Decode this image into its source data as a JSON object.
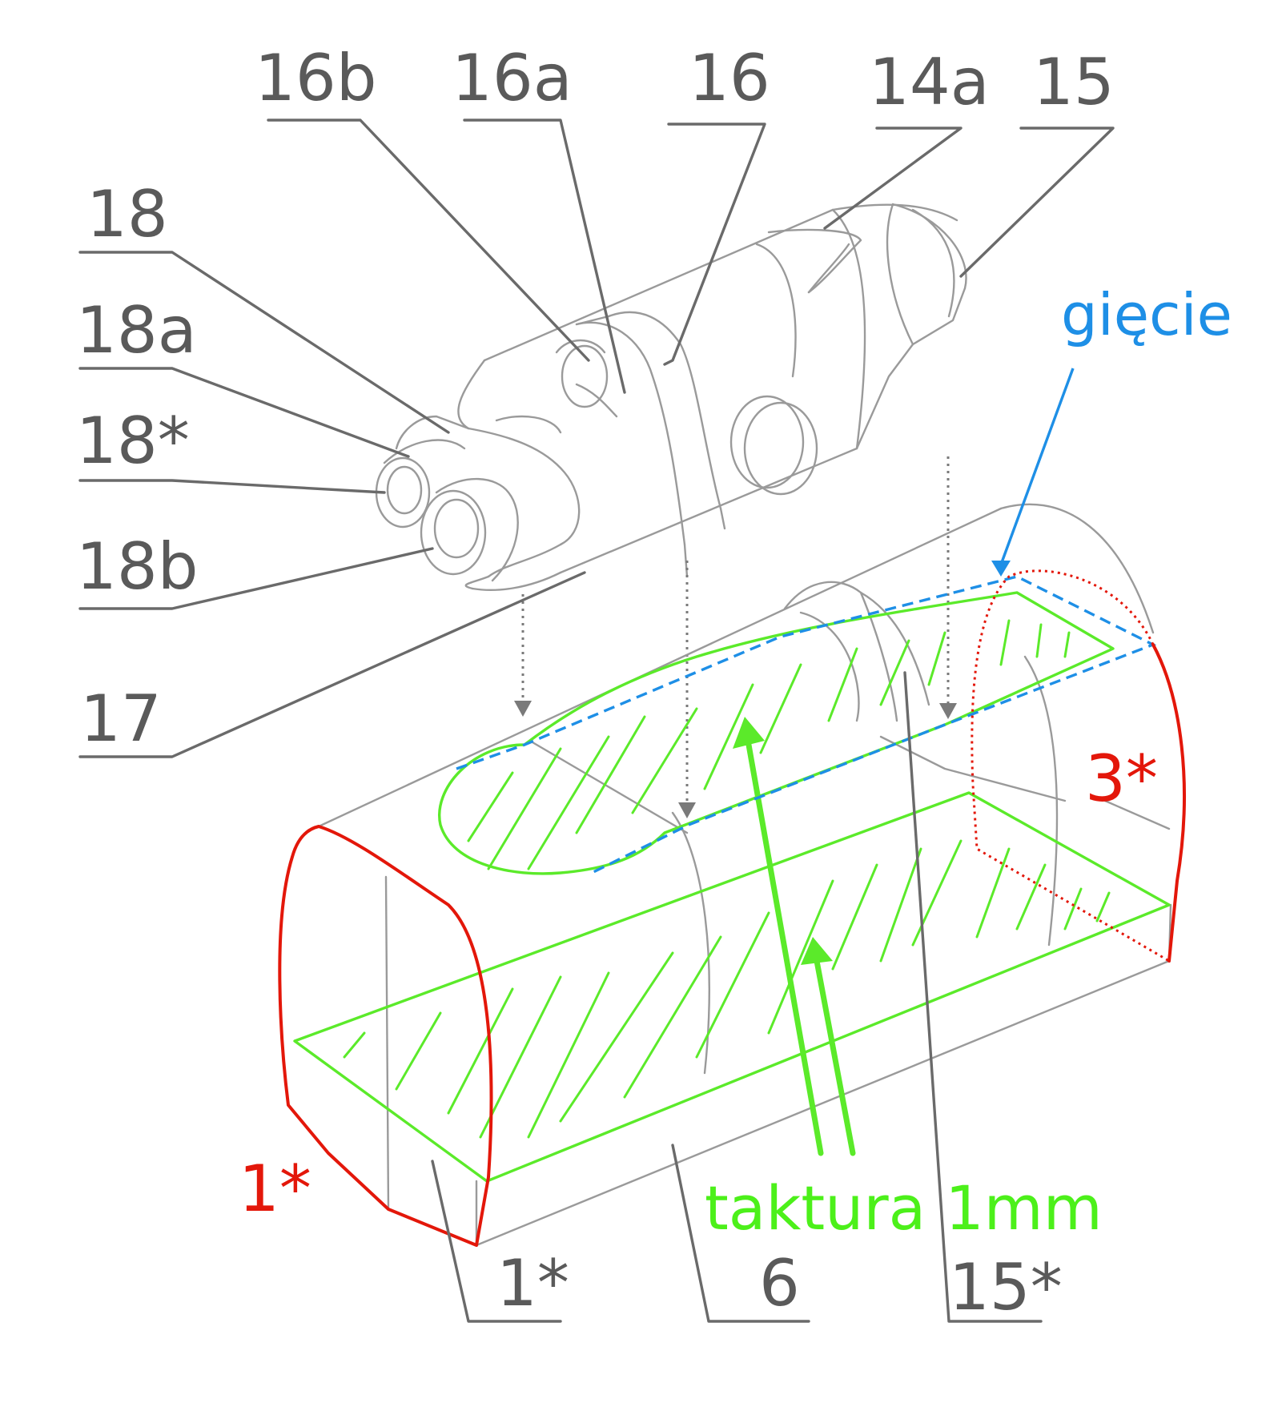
{
  "labels": {
    "l16b": "16b",
    "l16a": "16a",
    "l16": "16",
    "l14a": "14a",
    "l15": "15",
    "l18": "18",
    "l18a": "18a",
    "l18star": "18*",
    "l18b": "18b",
    "l17": "17",
    "l1star_bottom": "1*",
    "l6": "6",
    "l15star": "15*"
  },
  "annotations": {
    "bend": "gięcie",
    "texture": "taktura 1mm",
    "one_star": "1*",
    "three_star": "3*"
  },
  "colors": {
    "drawing": "#9a9a9a",
    "leader": "#6a6a6a",
    "texture_green": "#5bea2a",
    "edge_red": "#e3170a",
    "bend_blue": "#1e8fe6"
  }
}
